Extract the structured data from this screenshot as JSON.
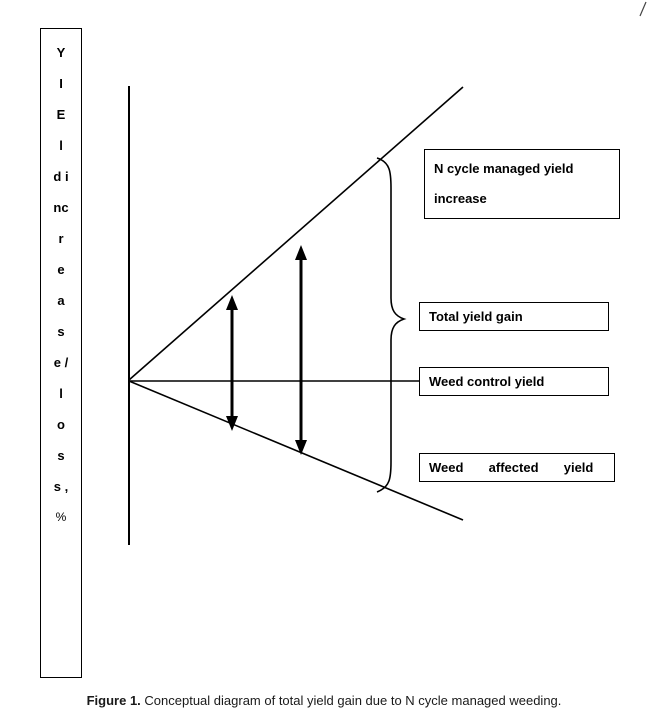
{
  "page": {
    "background": "#ffffff",
    "line_color": "#000000"
  },
  "y_axis_label": {
    "full_text": "Yield increase/loss, %",
    "lines": [
      "Y",
      "I",
      "E",
      "l",
      "d i",
      "nc",
      "r",
      "e",
      "a",
      "s",
      "e /",
      "l",
      "o",
      "s",
      "s ,",
      "%"
    ]
  },
  "annotations": {
    "n_cycle_line1": "N cycle managed yield",
    "n_cycle_line2": "increase",
    "total_yield": "Total yield gain",
    "weed_control": "Weed control yield",
    "weed_affected": "Weed  affected  yield"
  },
  "caption": {
    "label": "Figure 1.",
    "text": " Conceptual diagram of total yield gain due to N cycle managed weeding."
  }
}
